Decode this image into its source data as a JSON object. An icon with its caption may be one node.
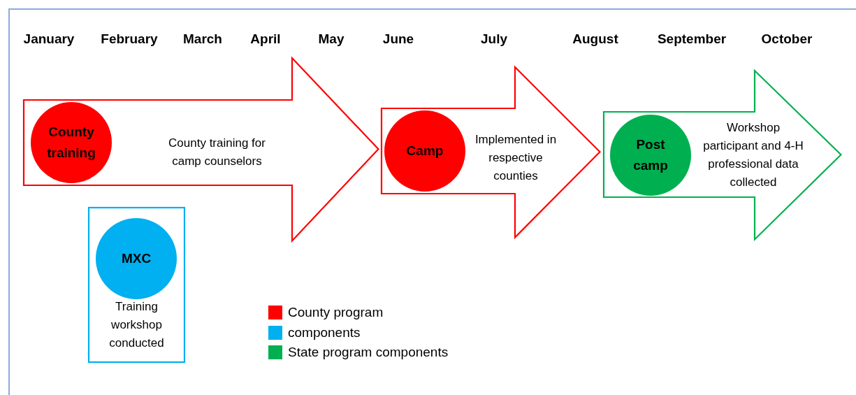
{
  "diagram": {
    "nodes": [
      {
        "text": [
          "County training for camp counselors"
        ]
      },
      {
        "text": [
          "County training"
        ],
        "in": 0
      },
      {
        "text": [
          "Implemented in respective counties"
        ]
      },
      {
        "text": [
          "Camp"
        ],
        "in": 2
      },
      {
        "text": [
          "Workshop participant and 4-H professional data collected"
        ]
      },
      {
        "text": [
          "Post camp"
        ],
        "in": 4
      },
      {
        "text": [
          "Training workshop conducted"
        ]
      },
      {
        "text": [
          "MXC"
        ],
        "in": 6
      }
    ],
    "labels": [
      "January",
      "February",
      "March",
      "April",
      "May",
      "June",
      "July",
      "August",
      "September",
      "October"
    ],
    "legend": [
      {
        "text": "County program",
        "color": "#ff0000"
      },
      {
        "text": "components",
        "color": "#00b0f0"
      },
      {
        "text": "State program components",
        "color": "#00b050"
      }
    ]
  }
}
